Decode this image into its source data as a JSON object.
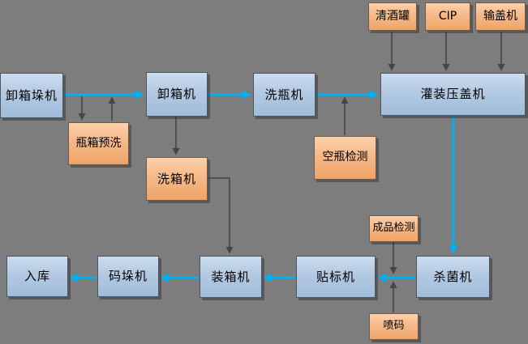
{
  "diagram": {
    "description": "Bottling line process flowchart",
    "background_color": "#7d7d7d"
  },
  "colors": {
    "main_flow_arrow": "#00b0f0",
    "secondary_arrow": "#454545",
    "process_box_top": "#cbdcee",
    "process_box_bottom": "#a0bcda",
    "support_box_top": "#fcd0aa",
    "support_box_bottom": "#efa466",
    "box_shadow": "#5a5a5a"
  },
  "nodes": [
    {
      "label": "卸箱垛机",
      "type": "process"
    },
    {
      "label": "卸箱机",
      "type": "process"
    },
    {
      "label": "洗瓶机",
      "type": "process"
    },
    {
      "label": "灌装压盖机",
      "type": "process"
    },
    {
      "label": "杀菌机",
      "type": "process"
    },
    {
      "label": "贴标机",
      "type": "process"
    },
    {
      "label": "装箱机",
      "type": "process"
    },
    {
      "label": "码垛机",
      "type": "process"
    },
    {
      "label": "入库",
      "type": "process"
    },
    {
      "label": "清酒罐",
      "type": "support"
    },
    {
      "label": "CIP",
      "type": "support"
    },
    {
      "label": "输盖机",
      "type": "support"
    },
    {
      "label": "瓶箱预洗",
      "type": "support"
    },
    {
      "label": "洗箱机",
      "type": "support"
    },
    {
      "label": "空瓶检测",
      "type": "support"
    },
    {
      "label": "成品检测",
      "type": "support"
    },
    {
      "label": "喷码",
      "type": "support"
    }
  ],
  "edges": [
    {
      "from": "卸箱垛机",
      "to": "卸箱机",
      "style": "main"
    },
    {
      "from": "卸箱机",
      "to": "洗瓶机",
      "style": "main"
    },
    {
      "from": "洗瓶机",
      "to": "灌装压盖机",
      "style": "main"
    },
    {
      "from": "灌装压盖机",
      "to": "杀菌机",
      "style": "main"
    },
    {
      "from": "杀菌机",
      "to": "贴标机",
      "style": "main"
    },
    {
      "from": "贴标机",
      "to": "装箱机",
      "style": "main"
    },
    {
      "from": "装箱机",
      "to": "码垛机",
      "style": "main"
    },
    {
      "from": "码垛机",
      "to": "入库",
      "style": "main"
    },
    {
      "from": "main-flow",
      "to": "瓶箱预洗",
      "style": "secondary"
    },
    {
      "from": "瓶箱预洗",
      "to": "main-flow",
      "style": "secondary"
    },
    {
      "from": "卸箱机",
      "to": "洗箱机",
      "style": "secondary"
    },
    {
      "from": "洗箱机",
      "to": "装箱机",
      "style": "secondary"
    },
    {
      "from": "空瓶检测",
      "to": "main-flow",
      "style": "secondary"
    },
    {
      "from": "清酒罐",
      "to": "灌装压盖机",
      "style": "secondary"
    },
    {
      "from": "CIP",
      "to": "灌装压盖机",
      "style": "secondary"
    },
    {
      "from": "输盖机",
      "to": "灌装压盖机",
      "style": "secondary"
    },
    {
      "from": "成品检测",
      "to": "main-flow",
      "style": "secondary"
    },
    {
      "from": "喷码",
      "to": "main-flow",
      "style": "secondary"
    }
  ]
}
